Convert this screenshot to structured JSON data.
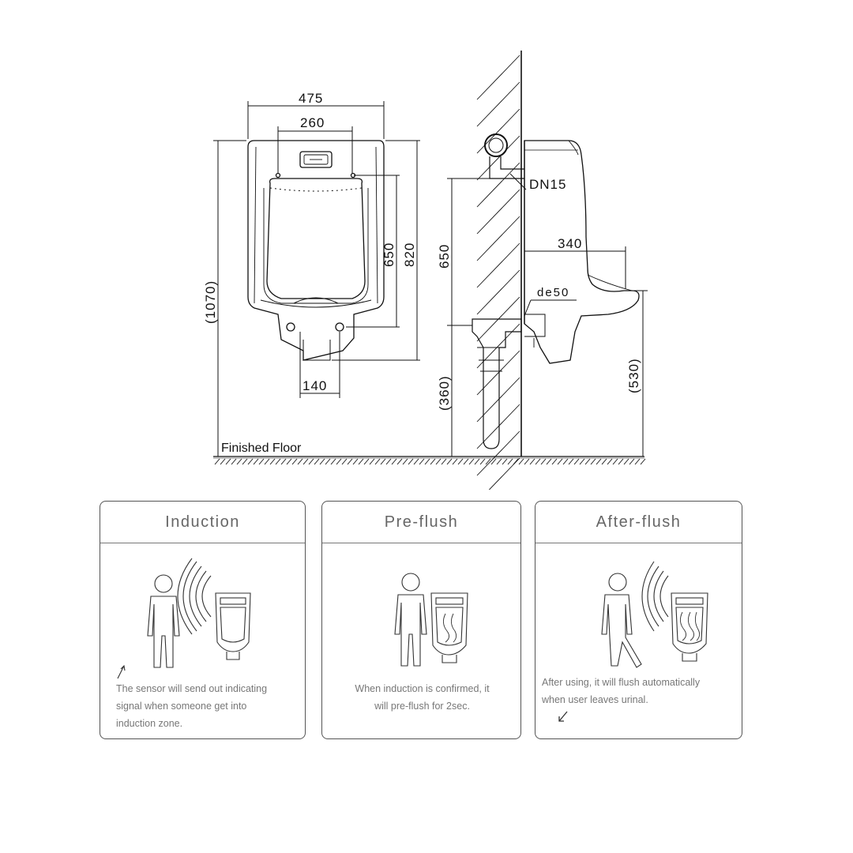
{
  "technical_drawing": {
    "front_view": {
      "width_overall": "475",
      "width_inlet_spacing": "260",
      "height_inlet_to_outlet": "650",
      "height_top_to_bottom": "820",
      "height_overall": "(1070)",
      "width_outlet_spacing": "140"
    },
    "side_view": {
      "inlet_height": "650",
      "inlet_pipe": "DN15",
      "projection": "340",
      "outlet_pipe": "de50",
      "outlet_height": "(360)",
      "rim_height": "(530)"
    },
    "floor_label": "Finished Floor"
  },
  "panels": [
    {
      "title": "Induction",
      "caption": "The sensor will send out indicating\nsignal when someone get into\ninduction zone."
    },
    {
      "title": "Pre-flush",
      "caption": "When induction is confirmed, it\nwill pre-flush for 2sec."
    },
    {
      "title": "After-flush",
      "caption": "After using, it will flush automatically\nwhen user leaves urinal."
    }
  ],
  "colors": {
    "line": "#111111",
    "caption_text": "#777777",
    "panel_border": "#555555"
  }
}
